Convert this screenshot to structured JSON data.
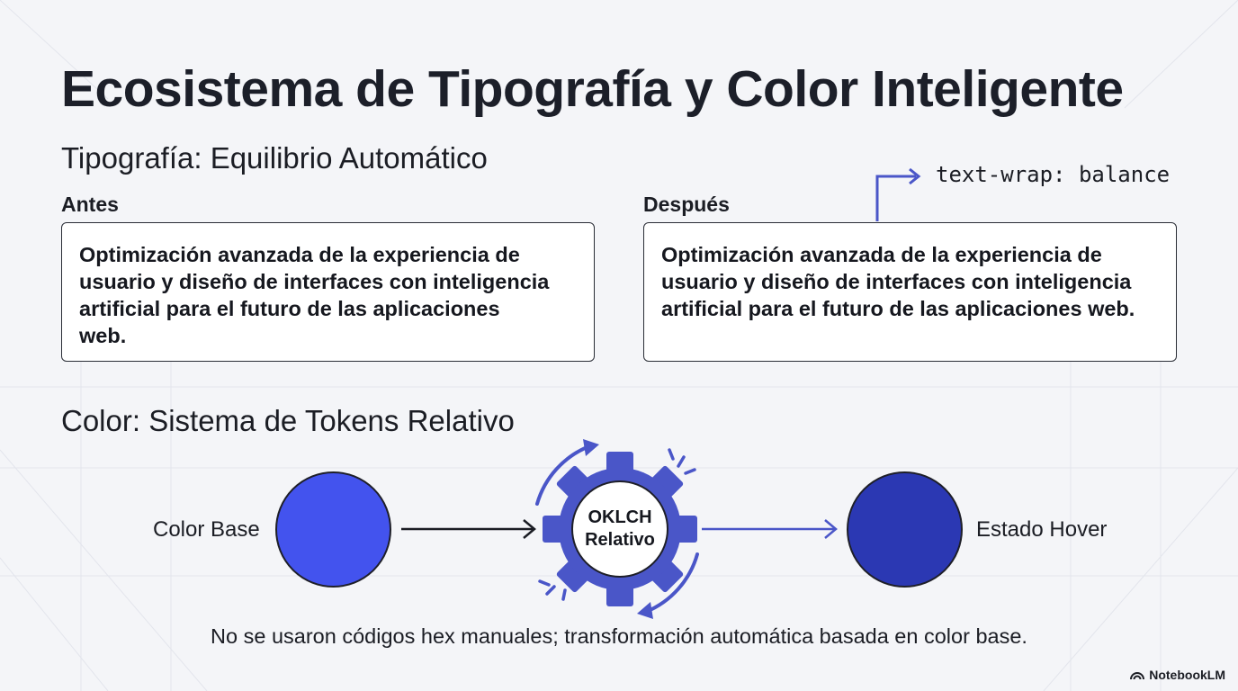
{
  "title": "Ecosistema de Tipografía y Color Inteligente",
  "typography": {
    "heading": "Tipografía: Equilibrio Automático",
    "before_label": "Antes",
    "after_label": "Después",
    "code_label": "text-wrap: balance",
    "before_lines": [
      "Optimización avanzada de la experiencia de",
      "usuario y diseño de interfaces con inteligencia",
      "artificial para el futuro de las aplicaciones",
      "web."
    ],
    "after_lines": [
      "Optimización avanzada de la experiencia de",
      "usuario y diseño de interfaces con inteligencia",
      "artificial para el futuro de las aplicaciones web."
    ]
  },
  "color": {
    "heading": "Color: Sistema de Tokens Relativo",
    "base_label": "Color Base",
    "gear_line1": "OKLCH",
    "gear_line2": "Relativo",
    "hover_label": "Estado Hover",
    "base_color": "#4353ee",
    "hover_color": "#2b38b3",
    "accent_color": "#4a56c8",
    "footnote": "No se usaron códigos hex manuales; transformación automática basada en color base."
  },
  "brand": {
    "name": "NotebookLM",
    "icon": "notebooklm-logo-icon"
  }
}
